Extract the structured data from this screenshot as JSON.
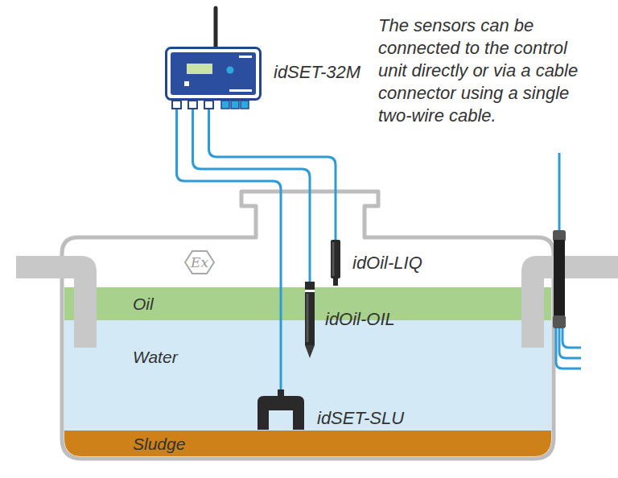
{
  "diagram": {
    "nodes": [
      {
        "text": [
          "idSET-32M"
        ]
      },
      {
        "text": [
          "idOil-LIQ"
        ]
      },
      {
        "text": [
          "idOil-OIL"
        ]
      },
      {
        "text": [
          "idSET-SLU"
        ]
      },
      {
        "text": [
          "Oil"
        ]
      },
      {
        "text": [
          "Water"
        ]
      },
      {
        "text": [
          "Sludge"
        ]
      }
    ],
    "edges": [
      {
        "from": 0,
        "to": 3,
        "arrow": "none"
      },
      {
        "from": 0,
        "to": 2,
        "arrow": "none"
      },
      {
        "from": 0,
        "to": 1,
        "arrow": "none"
      }
    ],
    "labels": [
      "The sensors can be connected to the control unit directly or via a cable connector using a single two-wire cable.",
      "Ex"
    ]
  }
}
